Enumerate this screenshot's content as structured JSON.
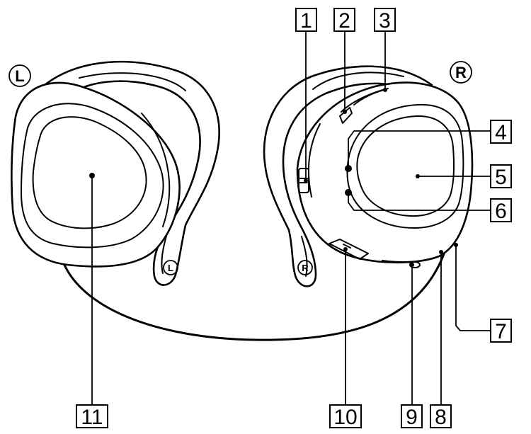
{
  "side_labels": {
    "left": "L",
    "right": "R"
  },
  "callouts": [
    {
      "number": "1"
    },
    {
      "number": "2"
    },
    {
      "number": "3"
    },
    {
      "number": "4"
    },
    {
      "number": "5"
    },
    {
      "number": "6"
    },
    {
      "number": "7"
    },
    {
      "number": "8"
    },
    {
      "number": "9"
    },
    {
      "number": "10"
    },
    {
      "number": "11"
    }
  ]
}
